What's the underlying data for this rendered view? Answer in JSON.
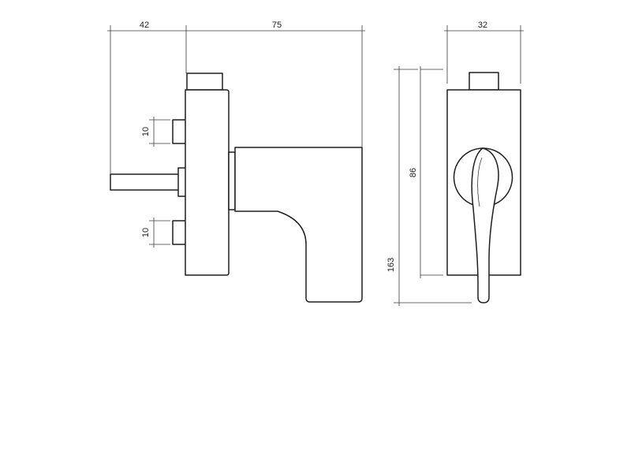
{
  "dimensions": {
    "rose_projection": "42",
    "handle_projection": "75",
    "rose_width": "32",
    "rose_height": "86",
    "total_height": "163",
    "pin_upper": "10",
    "pin_lower": "10"
  },
  "colors": {
    "line": "#1e1e1e",
    "dimension": "#3a3a3a",
    "background": "#ffffff"
  }
}
